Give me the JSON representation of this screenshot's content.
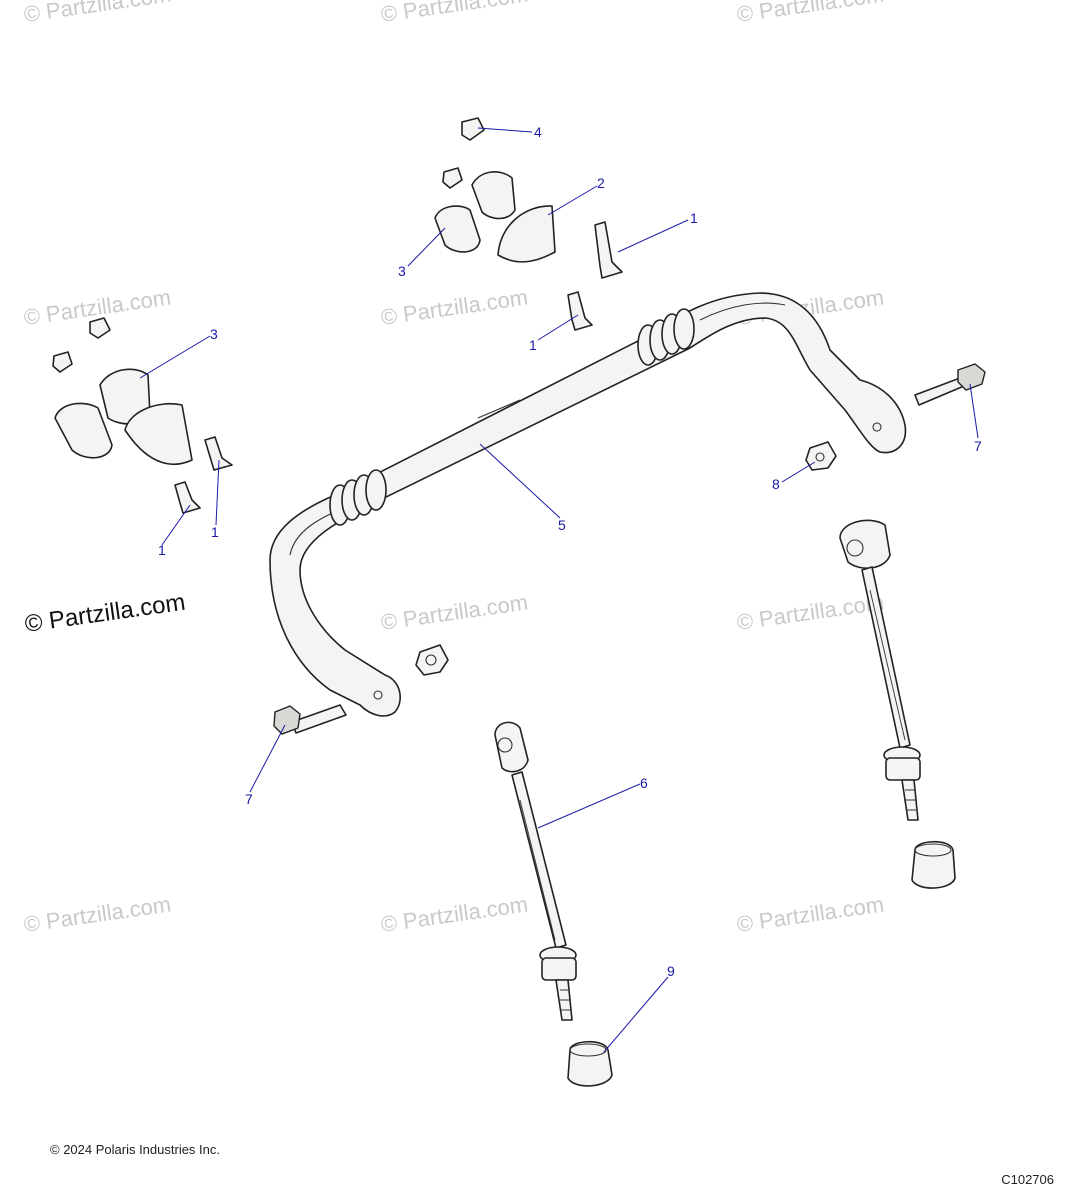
{
  "watermark": {
    "text": "© Partzilla.com",
    "logo_text": "© Partzilla.com"
  },
  "callouts": {
    "c1_top": "1",
    "c1_mid": "1",
    "c1_left_a": "1",
    "c1_left_b": "1",
    "c2": "2",
    "c3_top": "3",
    "c3_left": "3",
    "c4": "4",
    "c5": "5",
    "c6": "6",
    "c7_right": "7",
    "c7_left": "7",
    "c8": "8",
    "c9": "9"
  },
  "footer": {
    "copyright": "© 2024 Polaris Industries Inc.",
    "diagram_id": "C102706"
  },
  "colors": {
    "callout": "#1a1aa8",
    "watermark": "#c9c9c9",
    "line": "#222222"
  }
}
